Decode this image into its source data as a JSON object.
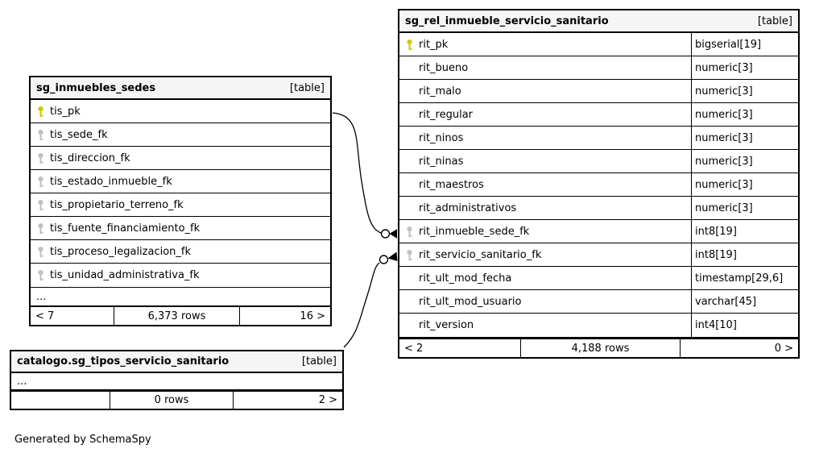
{
  "page": {
    "generated_by": "Generated by SchemaSpy"
  },
  "colors": {
    "pk_key": "#cccc00",
    "fk_key": "#c0c0c0",
    "header_bg": "#f5f5f5",
    "border": "#000000"
  },
  "tables": {
    "inmuebles_sedes": {
      "title": "sg_inmuebles_sedes",
      "badge": "[table]",
      "columns": [
        {
          "name": "tis_pk",
          "key_icon": "pk-key-icon"
        },
        {
          "name": "tis_sede_fk",
          "key_icon": "fk-key-icon"
        },
        {
          "name": "tis_direccion_fk",
          "key_icon": "fk-key-icon"
        },
        {
          "name": "tis_estado_inmueble_fk",
          "key_icon": "fk-key-icon"
        },
        {
          "name": "tis_propietario_terreno_fk",
          "key_icon": "fk-key-icon"
        },
        {
          "name": "tis_fuente_financiamiento_fk",
          "key_icon": "fk-key-icon"
        },
        {
          "name": "tis_proceso_legalizacion_fk",
          "key_icon": "fk-key-icon"
        },
        {
          "name": "tis_unidad_administrativa_fk",
          "key_icon": "fk-key-icon"
        }
      ],
      "more_label": "...",
      "footer": {
        "left": "< 7",
        "center": "6,373 rows",
        "right": "16 >"
      }
    },
    "rel_inmueble_servicio_sanitario": {
      "title": "sg_rel_inmueble_servicio_sanitario",
      "badge": "[table]",
      "columns": [
        {
          "name": "rit_pk",
          "type": "bigserial[19]",
          "key_icon": "pk-key-icon"
        },
        {
          "name": "rit_bueno",
          "type": "numeric[3]",
          "key_icon": ""
        },
        {
          "name": "rit_malo",
          "type": "numeric[3]",
          "key_icon": ""
        },
        {
          "name": "rit_regular",
          "type": "numeric[3]",
          "key_icon": ""
        },
        {
          "name": "rit_ninos",
          "type": "numeric[3]",
          "key_icon": ""
        },
        {
          "name": "rit_ninas",
          "type": "numeric[3]",
          "key_icon": ""
        },
        {
          "name": "rit_maestros",
          "type": "numeric[3]",
          "key_icon": ""
        },
        {
          "name": "rit_administrativos",
          "type": "numeric[3]",
          "key_icon": ""
        },
        {
          "name": "rit_inmueble_sede_fk",
          "type": "int8[19]",
          "key_icon": "fk-key-icon"
        },
        {
          "name": "rit_servicio_sanitario_fk",
          "type": "int8[19]",
          "key_icon": "fk-key-icon"
        },
        {
          "name": "rit_ult_mod_fecha",
          "type": "timestamp[29,6]",
          "key_icon": ""
        },
        {
          "name": "rit_ult_mod_usuario",
          "type": "varchar[45]",
          "key_icon": ""
        },
        {
          "name": "rit_version",
          "type": "int4[10]",
          "key_icon": ""
        }
      ],
      "footer": {
        "left": "< 2",
        "center": "4,188 rows",
        "right": "0 >"
      }
    },
    "tipos_servicio_sanitario": {
      "title": "catalogo.sg_tipos_servicio_sanitario",
      "badge": "[table]",
      "more_label": "...",
      "footer": {
        "left": "",
        "center": "0 rows",
        "right": "2 >"
      }
    }
  }
}
